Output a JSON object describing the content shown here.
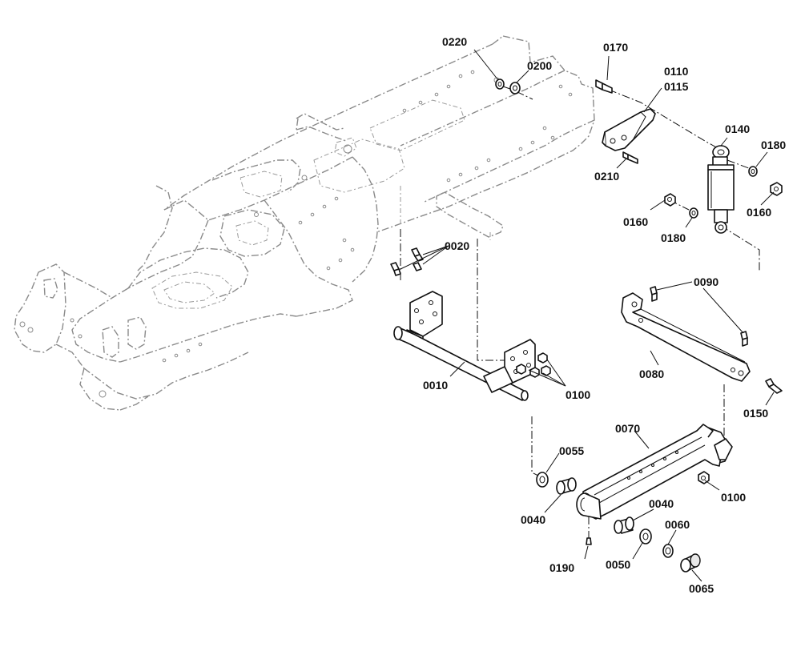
{
  "callouts": {
    "c0220": "0220",
    "c0200": "0200",
    "c0170": "0170",
    "c0110": "0110",
    "c0115": "0115",
    "c0140": "0140",
    "c0180a": "0180",
    "c0210": "0210",
    "c0160a": "0160",
    "c0160b": "0160",
    "c0180b": "0180",
    "c0020": "0020",
    "c0090": "0090",
    "c0010": "0010",
    "c0100a": "0100",
    "c0080": "0080",
    "c0150": "0150",
    "c0070": "0070",
    "c0055": "0055",
    "c0100b": "0100",
    "c0040a": "0040",
    "c0040b": "0040",
    "c0060": "0060",
    "c0050": "0050",
    "c0190": "0190",
    "c0065": "0065"
  }
}
